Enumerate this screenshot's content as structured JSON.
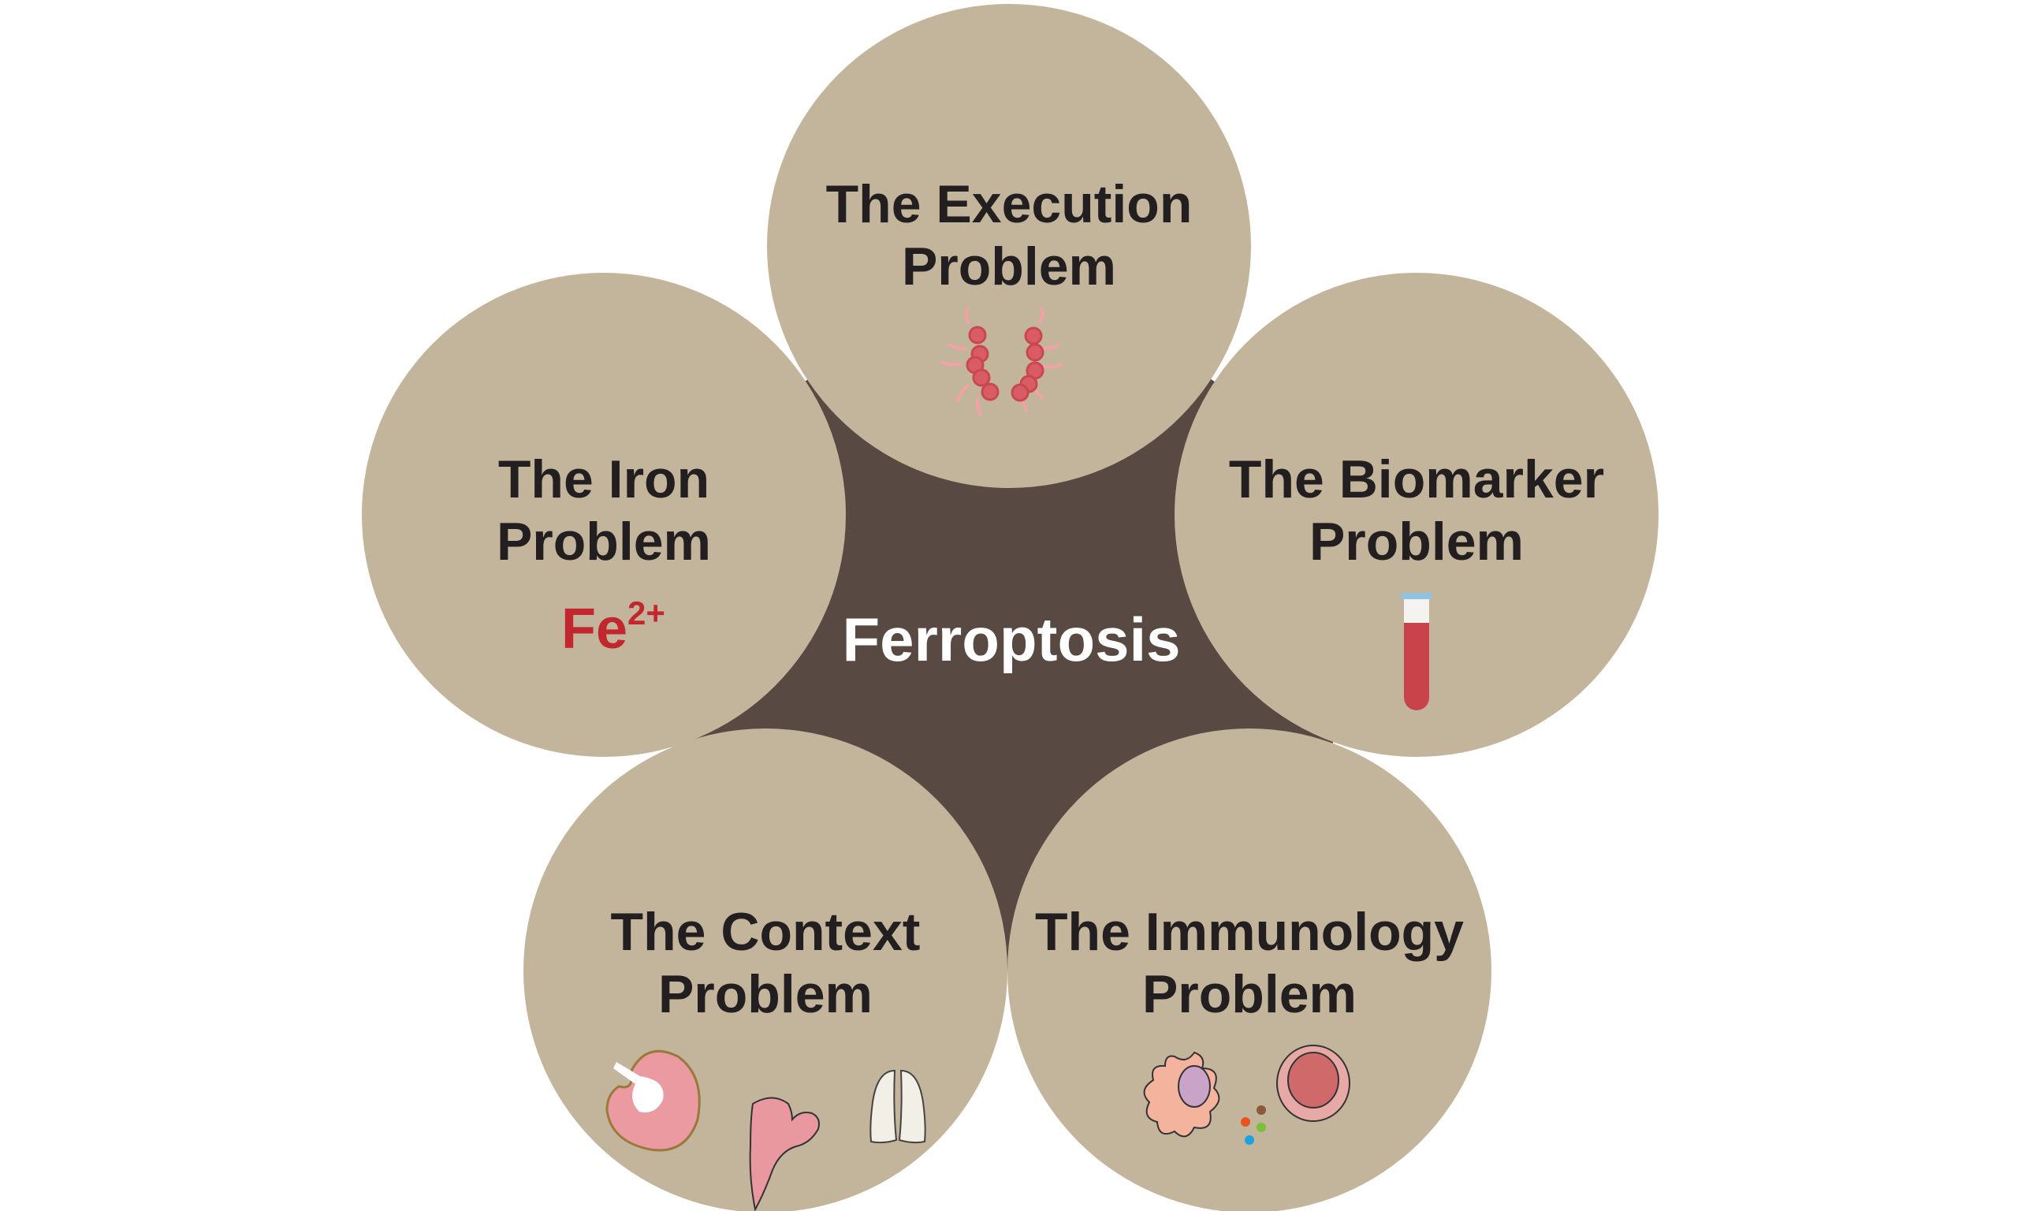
{
  "center": {
    "label": "Ferroptosis"
  },
  "problems": [
    {
      "line1": "The Execution",
      "line2": "Problem",
      "icon": "lipid-membrane-icon"
    },
    {
      "line1": "The Iron",
      "line2": "Problem",
      "icon": "iron-ion-icon",
      "symbol": "Fe",
      "charge": "2+"
    },
    {
      "line1": "The Biomarker",
      "line2": "Problem",
      "icon": "blood-test-tube-icon"
    },
    {
      "line1": "The Context",
      "line2": "Problem",
      "icon": "organs-icon"
    },
    {
      "line1": "The Immunology",
      "line2": "Problem",
      "icon": "immune-cells-icon"
    }
  ],
  "colors": {
    "circle": "#c2b59b",
    "center": "#584a42",
    "text": "#231f20",
    "iron": "#c1272d"
  }
}
